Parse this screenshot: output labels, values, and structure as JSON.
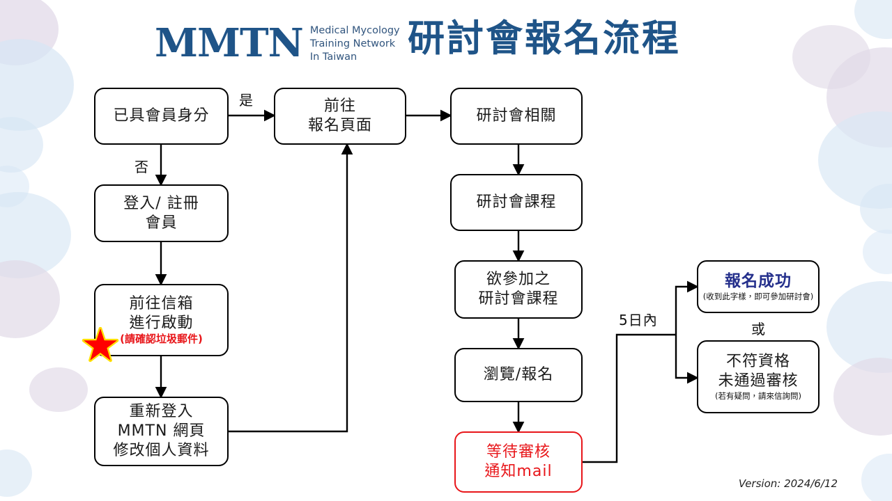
{
  "header": {
    "logo_mark": "MMTN",
    "logo_sub_lines": [
      "Medical Mycology",
      "Training Network",
      "In Taiwan"
    ],
    "title": "研討會報名流程",
    "brand_color": "#1F5488"
  },
  "colors": {
    "brand_navy": "#1F5488",
    "success_navy": "#25308C",
    "alert_red": "#E8161A",
    "box_border": "#000000",
    "blob_blue": "#D6E4F5",
    "blob_lavender": "#DED0E4"
  },
  "version": "Version: 2024/6/12",
  "nodes": [
    {
      "id": "member-status",
      "lines": [
        "已具會員身分"
      ]
    },
    {
      "id": "login-register",
      "lines": [
        "登入/ 註冊",
        "會員"
      ]
    },
    {
      "id": "activate-mail",
      "lines": [
        "前往信箱",
        "進行啟動"
      ],
      "highlight": "(請確認垃圾郵件)"
    },
    {
      "id": "relogin-profile",
      "lines": [
        "重新登入",
        "MMTN 網頁",
        "修改個人資料"
      ]
    },
    {
      "id": "signup-page",
      "lines": [
        "前往",
        "報名頁面"
      ]
    },
    {
      "id": "seminar-info",
      "lines": [
        "研討會相關"
      ]
    },
    {
      "id": "seminar-course",
      "lines": [
        "研討會課程"
      ]
    },
    {
      "id": "desired-course",
      "lines": [
        "欲參加之",
        "研討會課程"
      ]
    },
    {
      "id": "browse-signup",
      "lines": [
        "瀏覽/報名"
      ]
    },
    {
      "id": "await-review",
      "lines": [
        "等待審核",
        "通知mail"
      ],
      "style": "red"
    },
    {
      "id": "signup-success",
      "success": "報名成功",
      "note": "(收到此字樣，即可參加研討會)"
    },
    {
      "id": "not-qualified",
      "lines": [
        "不符資格",
        "未通過審核"
      ],
      "note": "(若有疑問，請來信詢問)"
    }
  ],
  "edge_labels": [
    {
      "id": "yes",
      "text": "是"
    },
    {
      "id": "no",
      "text": "否"
    },
    {
      "id": "within5days",
      "text": "5日內"
    },
    {
      "id": "or",
      "text": "或"
    }
  ]
}
